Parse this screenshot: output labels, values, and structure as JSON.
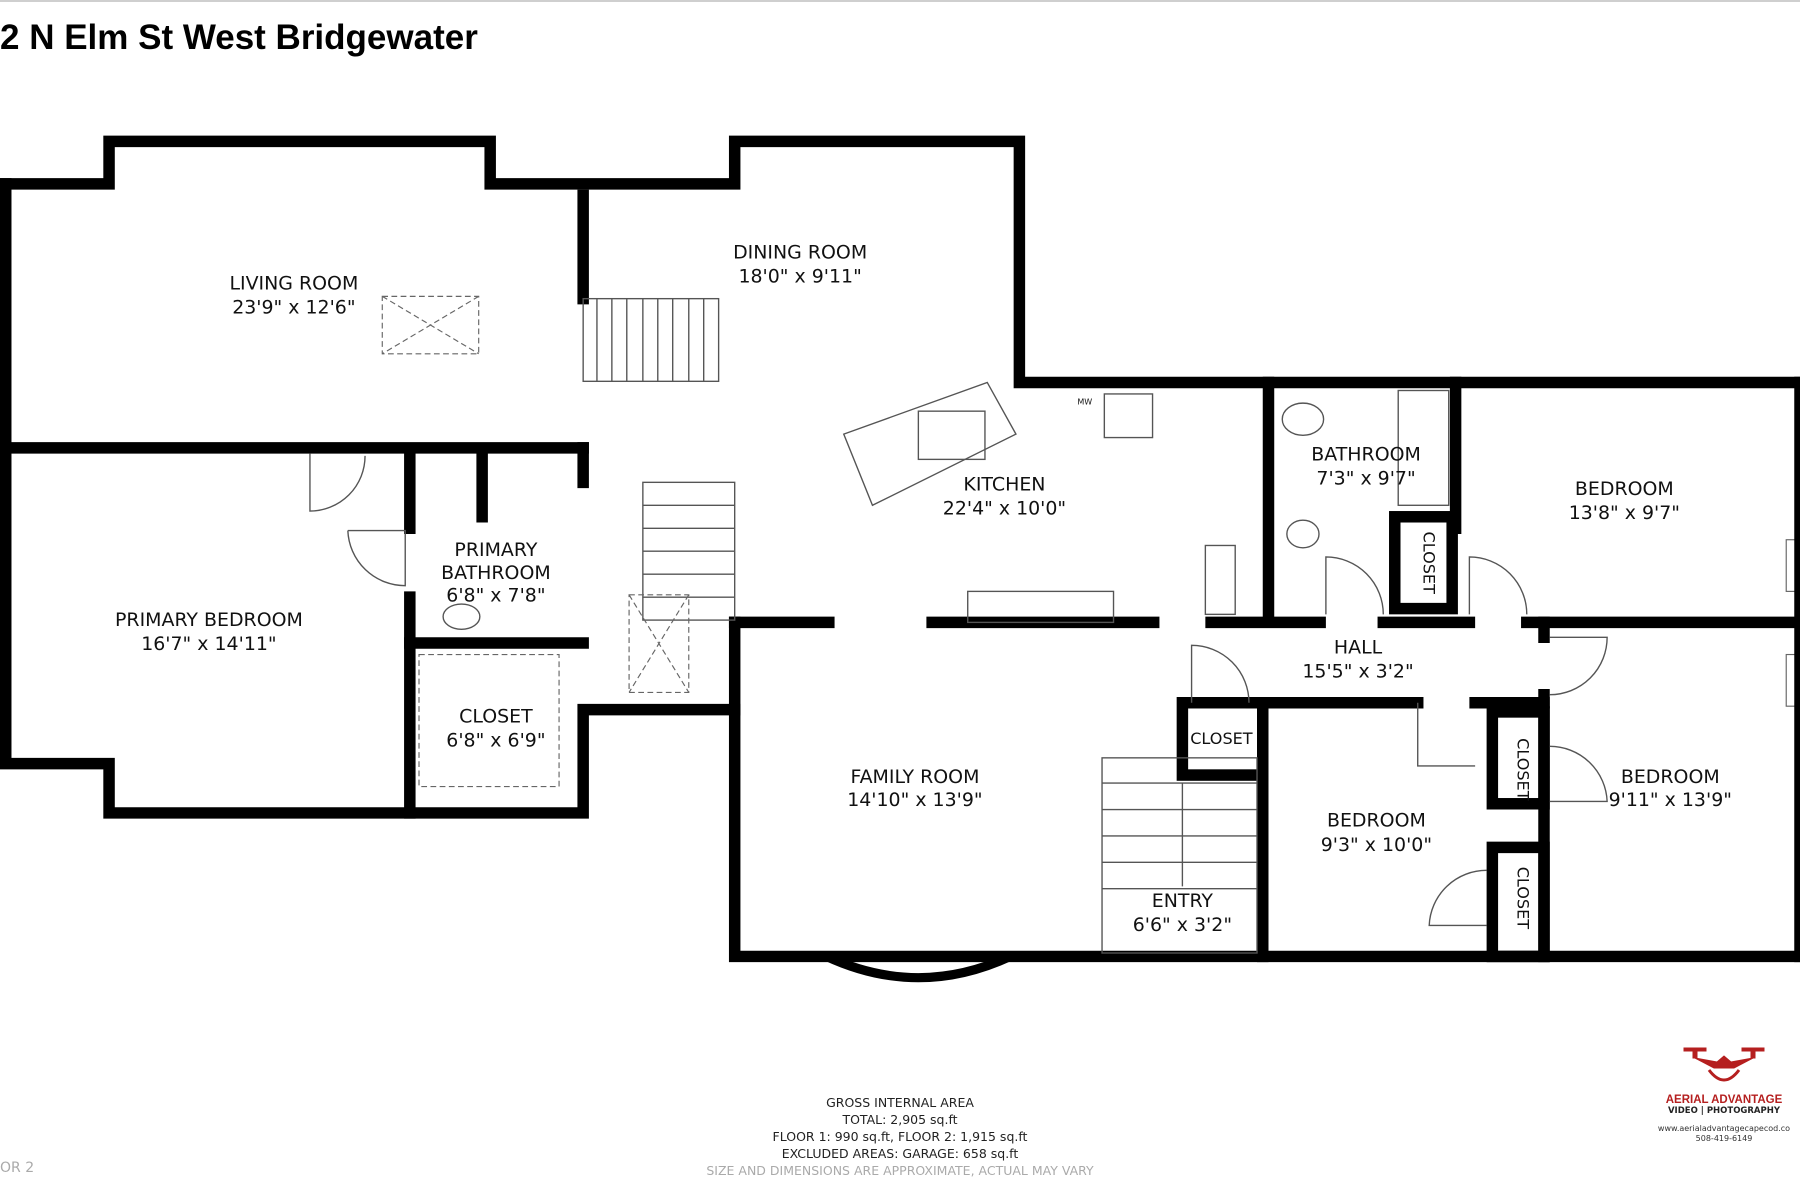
{
  "title": "2 N Elm St West Bridgewater",
  "rooms": [
    {
      "name": "LIVING ROOM",
      "size": "23'9\" x 12'6\""
    },
    {
      "name": "DINING ROOM",
      "size": "18'0\" x 9'11\""
    },
    {
      "name": "KITCHEN",
      "size": "22'4\" x 10'0\""
    },
    {
      "name": "BATHROOM",
      "size": "7'3\" x 9'7\""
    },
    {
      "name": "BEDROOM",
      "size": "13'8\" x 9'7\""
    },
    {
      "name": "PRIMARY BEDROOM",
      "size": "16'7\" x 14'11\""
    },
    {
      "name": "PRIMARY",
      "name2": "BATHROOM",
      "size": "6'8\" x 7'8\""
    },
    {
      "name": "CLOSET",
      "size": "6'8\" x 6'9\""
    },
    {
      "name": "HALL",
      "size": "15'5\" x 3'2\""
    },
    {
      "name": "FAMILY ROOM",
      "size": "14'10\" x 13'9\""
    },
    {
      "name": "BEDROOM",
      "size": "9'3\" x 10'0\""
    },
    {
      "name": "BEDROOM",
      "size": "9'11\" x 13'9\""
    },
    {
      "name": "ENTRY",
      "size": "6'6\" x 3'2\""
    }
  ],
  "closets": [
    "CLOSET",
    "CLOSET",
    "CLOSET",
    "CLOSET"
  ],
  "appliance_label": "MW",
  "footer": {
    "heading": "GROSS INTERNAL AREA",
    "total": "TOTAL: 2,905 sq.ft",
    "floors": "FLOOR 1: 990 sq.ft, FLOOR 2: 1,915 sq.ft",
    "excluded": "EXCLUDED AREAS: GARAGE: 658 sq.ft",
    "disclaimer": "SIZE AND DIMENSIONS ARE APPROXIMATE, ACTUAL MAY VARY"
  },
  "floor_tag": "OR 2",
  "logo": {
    "name": "AERIAL ADVANTAGE",
    "sub": "VIDEO | PHOTOGRAPHY",
    "url": "www.aerialadvantagecapecod.co",
    "phone": "508-419-6149",
    "color": "#b51f1f"
  }
}
